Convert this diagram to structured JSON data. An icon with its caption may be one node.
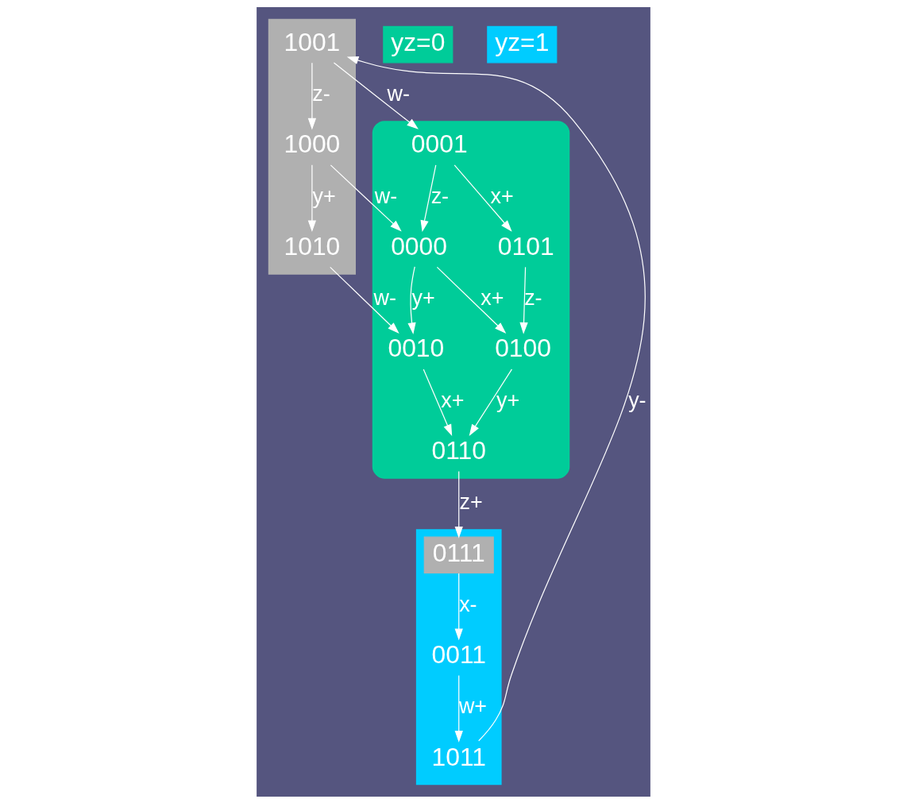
{
  "diagram": {
    "nodes": [
      {
        "text": [],
        "shape": "octagon"
      },
      {
        "text": [],
        "shape": "band"
      },
      {
        "text": [
          "1001"
        ],
        "in": 1
      },
      {
        "text": [
          "1000"
        ],
        "in": 1
      },
      {
        "text": [
          "0001"
        ],
        "in": 0
      },
      {
        "text": [
          "1010"
        ],
        "in": 1
      },
      {
        "text": [
          "0000"
        ],
        "in": 0
      },
      {
        "text": [
          "0101"
        ],
        "in": 0
      },
      {
        "text": [
          "0010"
        ],
        "in": 0
      },
      {
        "text": [
          "0100"
        ],
        "in": 0
      },
      {
        "text": [
          "0110"
        ],
        "in": 0
      },
      {
        "text": [],
        "shape": "box"
      },
      {
        "text": [
          "1011"
        ],
        "in": 11
      },
      {
        "text": [
          "0011"
        ],
        "in": 11
      },
      {
        "text": [
          "0111"
        ],
        "in": 11
      }
    ],
    "edges": [
      {
        "from": 2,
        "to": 3,
        "arrow": "to",
        "label": "z-"
      },
      {
        "from": 2,
        "to": 4,
        "arrow": "to",
        "label": "w-"
      },
      {
        "from": 3,
        "to": 5,
        "arrow": "to",
        "label": "y+"
      },
      {
        "from": 3,
        "to": 6,
        "arrow": "to",
        "label": "w-"
      },
      {
        "from": 4,
        "to": 6,
        "arrow": "to",
        "label": "z-"
      },
      {
        "from": 4,
        "to": 7,
        "arrow": "to",
        "label": "x+"
      },
      {
        "from": 5,
        "to": 8,
        "arrow": "to",
        "label": "w-"
      },
      {
        "from": 6,
        "to": 8,
        "arrow": "to",
        "label": "y+"
      },
      {
        "from": 6,
        "to": 9,
        "arrow": "to",
        "label": "x+"
      },
      {
        "from": 7,
        "to": 9,
        "arrow": "to",
        "label": "z-"
      },
      {
        "from": 8,
        "to": 10,
        "arrow": "to",
        "label": "x+"
      },
      {
        "from": 9,
        "to": 10,
        "arrow": "to",
        "label": "y+"
      },
      {
        "from": 10,
        "to": 14,
        "arrow": "to",
        "label": "z+"
      },
      {
        "from": 14,
        "to": 13,
        "arrow": "to",
        "label": "x-"
      },
      {
        "from": 13,
        "to": 12,
        "arrow": "to",
        "label": "w+"
      },
      {
        "from": 12,
        "to": 2,
        "arrow": "to",
        "label": "y-"
      }
    ],
    "legend": [
      {
        "text": "yz=0",
        "color": "#00cc99"
      },
      {
        "text": "yz=1",
        "color": "#00ccff"
      }
    ]
  }
}
